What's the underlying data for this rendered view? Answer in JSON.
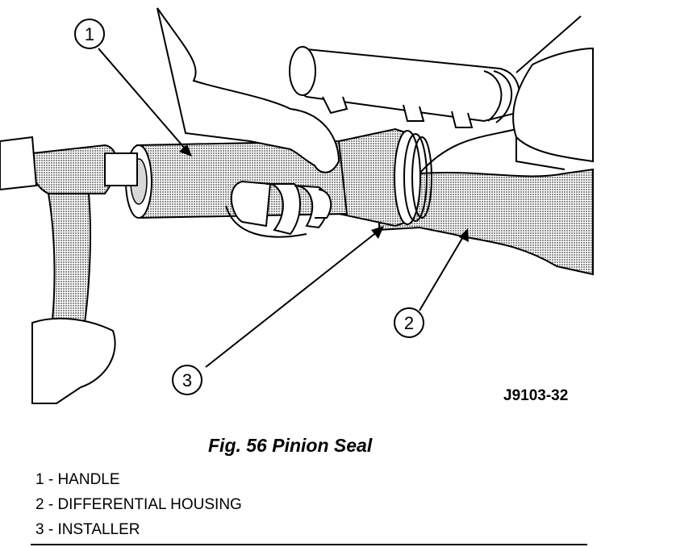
{
  "figure": {
    "callouts": [
      {
        "number": "1"
      },
      {
        "number": "2"
      },
      {
        "number": "3"
      }
    ],
    "code": "J9103-32",
    "caption": "Fig. 56 Pinion Seal"
  },
  "legend": {
    "items": [
      {
        "label": "1 - HANDLE"
      },
      {
        "label": "2 - DIFFERENTIAL HOUSING"
      },
      {
        "label": "3 - INSTALLER"
      }
    ]
  },
  "colors": {
    "ink": "#000000",
    "shade": "#b4b4b4",
    "paper": "#ffffff"
  }
}
